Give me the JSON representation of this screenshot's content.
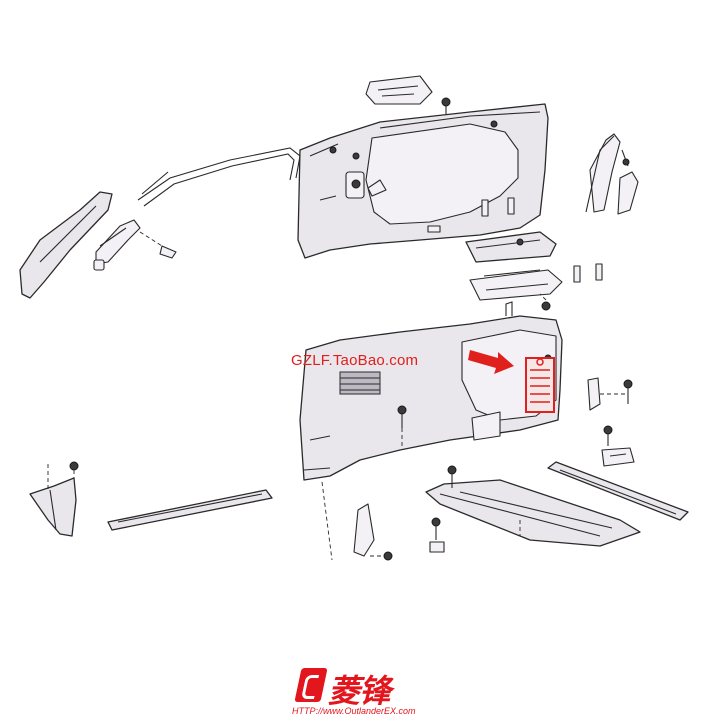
{
  "watermark": {
    "text": "GZLF.TaoBao.com",
    "color": "#e0201c"
  },
  "logo": {
    "chars": "菱锋",
    "url": "HTTP://www.OutlanderEX.com",
    "color": "#e3161d"
  },
  "colors": {
    "part_fill": "#e9e6ec",
    "outline": "#2a2a2a",
    "highlight": "#e0201c"
  }
}
